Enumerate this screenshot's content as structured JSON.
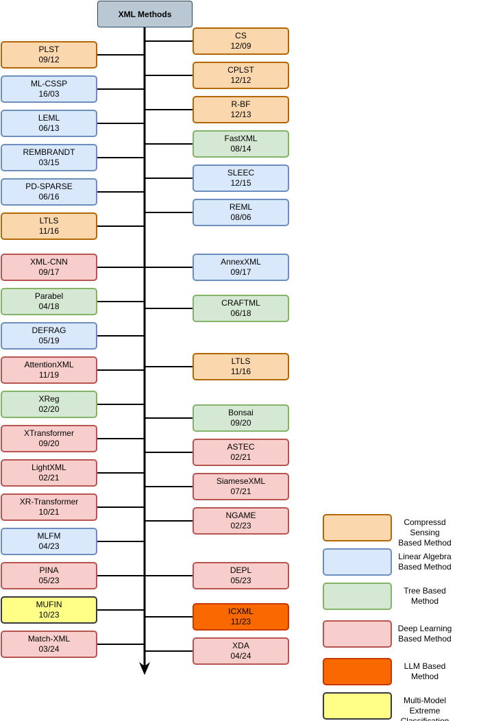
{
  "title": "XML Methods",
  "left_methods": [
    {
      "name": "PLST",
      "date": "09/12",
      "cat": "cs"
    },
    {
      "name": "ML-CSSP",
      "date": "16/03",
      "cat": "la"
    },
    {
      "name": "LEML",
      "date": "06/13",
      "cat": "la"
    },
    {
      "name": "REMBRANDT",
      "date": "03/15",
      "cat": "la"
    },
    {
      "name": "PD-SPARSE",
      "date": "06/16",
      "cat": "la"
    },
    {
      "name": "LTLS",
      "date": "11/16",
      "cat": "cs"
    },
    {
      "name": "XML-CNN",
      "date": "09/17",
      "cat": "dl"
    },
    {
      "name": "Parabel",
      "date": "04/18",
      "cat": "tree"
    },
    {
      "name": "DEFRAG",
      "date": "05/19",
      "cat": "la"
    },
    {
      "name": "AttentionXML",
      "date": "11/19",
      "cat": "dl"
    },
    {
      "name": "XReg",
      "date": "02/20",
      "cat": "tree"
    },
    {
      "name": "XTransformer",
      "date": "09/20",
      "cat": "dl"
    },
    {
      "name": "LightXML",
      "date": "02/21",
      "cat": "dl"
    },
    {
      "name": "XR-Transformer",
      "date": "10/21",
      "cat": "dl"
    },
    {
      "name": "MLFM",
      "date": "04/23",
      "cat": "la"
    },
    {
      "name": "PINA",
      "date": "05/23",
      "cat": "dl"
    },
    {
      "name": "MUFIN",
      "date": "10/23",
      "cat": "mm"
    },
    {
      "name": "Match-XML",
      "date": "03/24",
      "cat": "dl"
    }
  ],
  "right_methods": [
    {
      "name": "CS",
      "date": "12/09",
      "cat": "cs"
    },
    {
      "name": "CPLST",
      "date": "12/12",
      "cat": "cs"
    },
    {
      "name": "R-BF",
      "date": "12/13",
      "cat": "cs"
    },
    {
      "name": "FastXML",
      "date": "08/14",
      "cat": "tree"
    },
    {
      "name": "SLEEC",
      "date": "12/15",
      "cat": "la"
    },
    {
      "name": "REML",
      "date": "08/06",
      "cat": "la"
    },
    {
      "name": "AnnexXML",
      "date": "09/17",
      "cat": "la"
    },
    {
      "name": "CRAFTML",
      "date": "06/18",
      "cat": "tree"
    },
    {
      "name": "LTLS",
      "date": "11/16",
      "cat": "cs"
    },
    {
      "name": "Bonsai",
      "date": "09/20",
      "cat": "tree"
    },
    {
      "name": "ASTEC",
      "date": "02/21",
      "cat": "dl"
    },
    {
      "name": "SiameseXML",
      "date": "07/21",
      "cat": "dl"
    },
    {
      "name": "NGAME",
      "date": "02/23",
      "cat": "dl"
    },
    {
      "name": "DEPL",
      "date": "05/23",
      "cat": "dl"
    },
    {
      "name": "ICXML",
      "date": "11/23",
      "cat": "llm"
    },
    {
      "name": "XDA",
      "date": "04/24",
      "cat": "dl"
    }
  ],
  "legend": [
    {
      "cat": "cs",
      "line1": "Compressd Sensing",
      "line2": "Based Method"
    },
    {
      "cat": "la",
      "line1": "Linear Algebra",
      "line2": "Based Method"
    },
    {
      "cat": "tree",
      "line1": "Tree Based",
      "line2": "Method"
    },
    {
      "cat": "dl",
      "line1": "Deep Learning",
      "line2": "Based Method"
    },
    {
      "cat": "llm",
      "line1": "LLM Based",
      "line2": "Method"
    },
    {
      "cat": "mm",
      "line1": "Multi-Model Extreme",
      "line2": "Classification"
    }
  ],
  "colors": {
    "cs": {
      "fill": "#fad7ac",
      "stroke": "#b46504"
    },
    "la": {
      "fill": "#dae8fc",
      "stroke": "#6c8ebf"
    },
    "tree": {
      "fill": "#d5e8d4",
      "stroke": "#82b366"
    },
    "dl": {
      "fill": "#f8cecc",
      "stroke": "#b85450"
    },
    "llm": {
      "fill": "#fa6800",
      "stroke": "#c73500"
    },
    "mm": {
      "fill": "#ffff88",
      "stroke": "#36393d"
    }
  }
}
